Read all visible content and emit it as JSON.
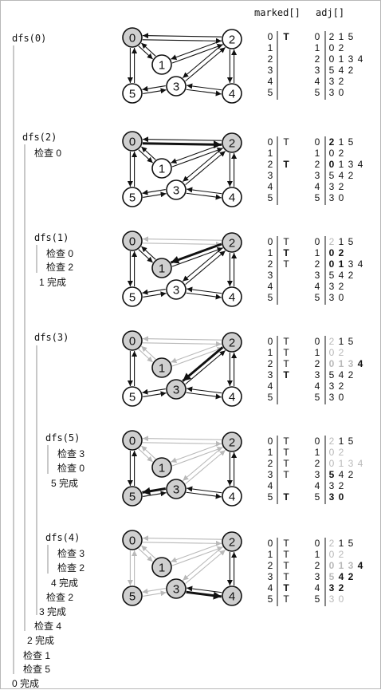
{
  "headers": {
    "marked": "marked[]",
    "adj": "adj[]"
  },
  "colors": {
    "visited": "#cfcfcf",
    "unvisited": "#ffffff",
    "edge": "#111111",
    "grey_edge": "#b9b9b9",
    "bracket": "#c8c8c8"
  },
  "trace": [
    {
      "text": "dfs(0)",
      "mono": true
    },
    {
      "text": "dfs(2)",
      "mono": true
    },
    {
      "text": "检查 0",
      "mono": false
    },
    {
      "text": "dfs(1)",
      "mono": true
    },
    {
      "text": "检查 0",
      "mono": false
    },
    {
      "text": "检查 2",
      "mono": false
    },
    {
      "text": "1 完成",
      "mono": false
    },
    {
      "text": "dfs(3)",
      "mono": true
    },
    {
      "text": "dfs(5)",
      "mono": true
    },
    {
      "text": "检查 3",
      "mono": false
    },
    {
      "text": "检查 0",
      "mono": false
    },
    {
      "text": "5 完成",
      "mono": false
    },
    {
      "text": "dfs(4)",
      "mono": true
    },
    {
      "text": "检查 3",
      "mono": false
    },
    {
      "text": "检查 2",
      "mono": false
    },
    {
      "text": "4 完成",
      "mono": false
    },
    {
      "text": "检查 2",
      "mono": false
    },
    {
      "text": "3 完成",
      "mono": false
    },
    {
      "text": "检查 4",
      "mono": false
    },
    {
      "text": "2 完成",
      "mono": false
    },
    {
      "text": "检查 1",
      "mono": false
    },
    {
      "text": "检查 5",
      "mono": false
    },
    {
      "text": "0 完成",
      "mono": false
    }
  ],
  "vertex_labels": [
    "0",
    "1",
    "2",
    "3",
    "4",
    "5"
  ],
  "adjacency": [
    [
      "2",
      "1",
      "5"
    ],
    [
      "0",
      "2"
    ],
    [
      "0",
      "1",
      "3",
      "4"
    ],
    [
      "5",
      "4",
      "2"
    ],
    [
      "3",
      "2"
    ],
    [
      "3",
      "0"
    ]
  ],
  "graph": {
    "directed_pairs": [
      [
        0,
        2
      ],
      [
        2,
        0
      ],
      [
        0,
        1
      ],
      [
        1,
        0
      ],
      [
        0,
        5
      ],
      [
        5,
        0
      ],
      [
        1,
        2
      ],
      [
        2,
        1
      ],
      [
        2,
        3
      ],
      [
        3,
        2
      ],
      [
        2,
        4
      ],
      [
        4,
        2
      ],
      [
        3,
        4
      ],
      [
        4,
        3
      ],
      [
        3,
        5
      ],
      [
        5,
        3
      ]
    ]
  },
  "panels": [
    {
      "visited": [
        0
      ],
      "marked": [
        "T",
        "",
        "",
        "",
        "",
        ""
      ],
      "bold_marks": [
        0
      ],
      "grey_edges": [],
      "highlight": null,
      "row_grey_all": [],
      "row_grey_prefix": [],
      "row_bold_all": [],
      "row_bold_prefix": []
    },
    {
      "visited": [
        0,
        2
      ],
      "marked": [
        "T",
        "",
        "T",
        "",
        "",
        ""
      ],
      "bold_marks": [
        2
      ],
      "grey_edges": [],
      "highlight": [
        0,
        2
      ],
      "row_grey_all": [],
      "row_grey_prefix": [],
      "row_bold_all": [],
      "row_bold_prefix": [
        [
          0,
          1
        ],
        [
          2,
          1
        ]
      ]
    },
    {
      "visited": [
        0,
        2,
        1
      ],
      "marked": [
        "T",
        "T",
        "T",
        "",
        "",
        ""
      ],
      "bold_marks": [
        1
      ],
      "grey_edges": [
        [
          0,
          2
        ],
        [
          2,
          0
        ]
      ],
      "highlight": [
        2,
        1
      ],
      "row_grey_all": [],
      "row_grey_prefix": [
        [
          0,
          1
        ]
      ],
      "row_bold_all": [
        1
      ],
      "row_bold_prefix": [
        [
          2,
          2
        ]
      ]
    },
    {
      "visited": [
        0,
        2,
        1,
        3
      ],
      "marked": [
        "T",
        "T",
        "T",
        "T",
        "",
        ""
      ],
      "bold_marks": [
        3
      ],
      "grey_edges": [
        [
          0,
          2
        ],
        [
          2,
          0
        ],
        [
          0,
          1
        ],
        [
          1,
          0
        ],
        [
          1,
          2
        ],
        [
          2,
          1
        ]
      ],
      "highlight": [
        2,
        3
      ],
      "row_grey_all": [
        1
      ],
      "row_grey_prefix": [
        [
          0,
          1
        ],
        [
          2,
          3
        ]
      ],
      "row_bold_all": [],
      "row_bold_prefix": [
        [
          2,
          4
        ]
      ]
    },
    {
      "visited": [
        0,
        2,
        1,
        3,
        5
      ],
      "marked": [
        "T",
        "T",
        "T",
        "T",
        "",
        "T"
      ],
      "bold_marks": [
        5
      ],
      "grey_edges": [
        [
          0,
          2
        ],
        [
          2,
          0
        ],
        [
          0,
          1
        ],
        [
          1,
          0
        ],
        [
          1,
          2
        ],
        [
          2,
          1
        ],
        [
          2,
          3
        ],
        [
          3,
          2
        ]
      ],
      "highlight": [
        3,
        5
      ],
      "row_grey_all": [
        1,
        2
      ],
      "row_grey_prefix": [
        [
          0,
          1
        ]
      ],
      "row_bold_all": [
        5
      ],
      "row_bold_prefix": [
        [
          3,
          1
        ]
      ]
    },
    {
      "visited": [
        0,
        2,
        1,
        3,
        5,
        4
      ],
      "marked": [
        "T",
        "T",
        "T",
        "T",
        "T",
        "T"
      ],
      "bold_marks": [
        4
      ],
      "grey_edges": [
        [
          0,
          2
        ],
        [
          2,
          0
        ],
        [
          0,
          1
        ],
        [
          1,
          0
        ],
        [
          1,
          2
        ],
        [
          2,
          1
        ],
        [
          2,
          3
        ],
        [
          3,
          2
        ],
        [
          3,
          5
        ],
        [
          5,
          3
        ],
        [
          0,
          5
        ],
        [
          5,
          0
        ]
      ],
      "highlight": [
        3,
        4
      ],
      "row_grey_all": [
        1,
        5
      ],
      "row_grey_prefix": [
        [
          0,
          1
        ],
        [
          2,
          3
        ],
        [
          3,
          1
        ]
      ],
      "row_bold_all": [
        4
      ],
      "row_bold_prefix": [
        [
          2,
          4
        ],
        [
          3,
          3
        ]
      ]
    }
  ]
}
